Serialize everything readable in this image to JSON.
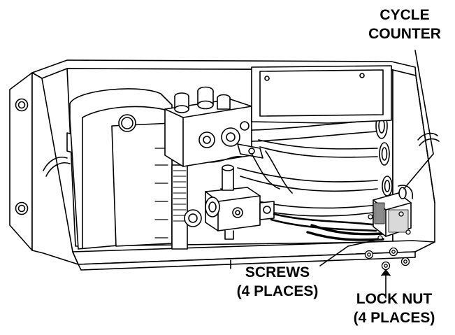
{
  "labels": {
    "cycle_counter": {
      "line1": "CYCLE",
      "line2": "COUNTER"
    },
    "screws": {
      "line1": "SCREWS",
      "line2": "(4 PLACES)"
    },
    "lock_nut": {
      "line1": "LOCK NUT",
      "line2": "(4 PLACES)"
    }
  },
  "colors": {
    "ink": "#000000",
    "paper": "#ffffff",
    "shade": "#d9d9d9",
    "dark_shade": "#8c8c8c"
  }
}
